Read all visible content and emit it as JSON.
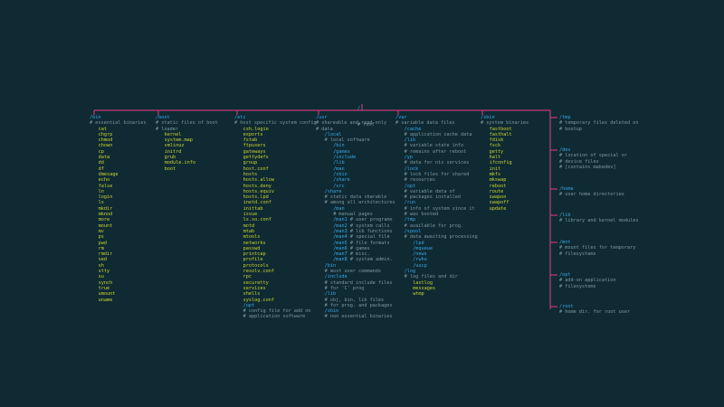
{
  "root": {
    "path": "/",
    "comment": "# root"
  },
  "columns": [
    {
      "key": "bin",
      "lines": [
        {
          "t": "dir",
          "i": 0,
          "s": "/bin"
        },
        {
          "t": "cmt",
          "i": 0,
          "s": "# essential binaries"
        },
        {
          "t": "item",
          "i": 3,
          "s": "cat"
        },
        {
          "t": "item",
          "i": 3,
          "s": "chgrp"
        },
        {
          "t": "item",
          "i": 3,
          "s": "chmod"
        },
        {
          "t": "item",
          "i": 3,
          "s": "chown"
        },
        {
          "t": "item",
          "i": 3,
          "s": "cp"
        },
        {
          "t": "item",
          "i": 3,
          "s": "data"
        },
        {
          "t": "item",
          "i": 3,
          "s": "dd"
        },
        {
          "t": "item",
          "i": 3,
          "s": "df"
        },
        {
          "t": "item",
          "i": 3,
          "s": "dmesage"
        },
        {
          "t": "item",
          "i": 3,
          "s": "echo"
        },
        {
          "t": "item",
          "i": 3,
          "s": "false"
        },
        {
          "t": "item",
          "i": 3,
          "s": "ln"
        },
        {
          "t": "item",
          "i": 3,
          "s": "login"
        },
        {
          "t": "item",
          "i": 3,
          "s": "ls"
        },
        {
          "t": "item",
          "i": 3,
          "s": "mkdir"
        },
        {
          "t": "item",
          "i": 3,
          "s": "mknod"
        },
        {
          "t": "item",
          "i": 3,
          "s": "more"
        },
        {
          "t": "item",
          "i": 3,
          "s": "mount"
        },
        {
          "t": "item",
          "i": 3,
          "s": "mv"
        },
        {
          "t": "item",
          "i": 3,
          "s": "ps"
        },
        {
          "t": "item",
          "i": 3,
          "s": "pwd"
        },
        {
          "t": "item",
          "i": 3,
          "s": "rm"
        },
        {
          "t": "item",
          "i": 3,
          "s": "rmdir"
        },
        {
          "t": "item",
          "i": 3,
          "s": "sed"
        },
        {
          "t": "item",
          "i": 3,
          "s": "sh"
        },
        {
          "t": "item",
          "i": 3,
          "s": "stty"
        },
        {
          "t": "item",
          "i": 3,
          "s": "su"
        },
        {
          "t": "item",
          "i": 3,
          "s": "synch"
        },
        {
          "t": "item",
          "i": 3,
          "s": "true"
        },
        {
          "t": "item",
          "i": 3,
          "s": "umount"
        },
        {
          "t": "item",
          "i": 3,
          "s": "uname"
        }
      ]
    },
    {
      "key": "boot",
      "lines": [
        {
          "t": "dir",
          "i": 0,
          "s": "/boot"
        },
        {
          "t": "cmt",
          "i": 0,
          "s": "# static files of boot"
        },
        {
          "t": "cmt",
          "i": 0,
          "s": "# loader"
        },
        {
          "t": "item",
          "i": 3,
          "s": "kernel"
        },
        {
          "t": "item",
          "i": 3,
          "s": "system.map"
        },
        {
          "t": "item",
          "i": 3,
          "s": "vmlinuz"
        },
        {
          "t": "item",
          "i": 3,
          "s": "initrd"
        },
        {
          "t": "item",
          "i": 3,
          "s": "grub"
        },
        {
          "t": "item",
          "i": 3,
          "s": "module.info"
        },
        {
          "t": "item",
          "i": 3,
          "s": "boot"
        }
      ]
    },
    {
      "key": "etc",
      "lines": [
        {
          "t": "dir",
          "i": 0,
          "s": "/etc"
        },
        {
          "t": "cmt",
          "i": 0,
          "s": "# host specific system config"
        },
        {
          "t": "item",
          "i": 3,
          "s": "csh.login"
        },
        {
          "t": "item",
          "i": 3,
          "s": "exports"
        },
        {
          "t": "item",
          "i": 3,
          "s": "fstab"
        },
        {
          "t": "item",
          "i": 3,
          "s": "ftpusers"
        },
        {
          "t": "item",
          "i": 3,
          "s": "gateways"
        },
        {
          "t": "item",
          "i": 3,
          "s": "gettydefs"
        },
        {
          "t": "item",
          "i": 3,
          "s": "group"
        },
        {
          "t": "item",
          "i": 3,
          "s": "host.conf"
        },
        {
          "t": "item",
          "i": 3,
          "s": "hosts"
        },
        {
          "t": "item",
          "i": 3,
          "s": "hosts.allow"
        },
        {
          "t": "item",
          "i": 3,
          "s": "hosts.deny"
        },
        {
          "t": "item",
          "i": 3,
          "s": "hosts.equiv"
        },
        {
          "t": "item",
          "i": 3,
          "s": "hosts.lpd"
        },
        {
          "t": "item",
          "i": 3,
          "s": "inetd.conf"
        },
        {
          "t": "item",
          "i": 3,
          "s": "inittab"
        },
        {
          "t": "item",
          "i": 3,
          "s": "issue"
        },
        {
          "t": "item",
          "i": 3,
          "s": "ls.so.conf"
        },
        {
          "t": "item",
          "i": 3,
          "s": "motd"
        },
        {
          "t": "item",
          "i": 3,
          "s": "mtab"
        },
        {
          "t": "item",
          "i": 3,
          "s": "mtools"
        },
        {
          "t": "item",
          "i": 3,
          "s": "networks"
        },
        {
          "t": "item",
          "i": 3,
          "s": "passwd"
        },
        {
          "t": "item",
          "i": 3,
          "s": "printcap"
        },
        {
          "t": "item",
          "i": 3,
          "s": "profile"
        },
        {
          "t": "item",
          "i": 3,
          "s": "protocols"
        },
        {
          "t": "item",
          "i": 3,
          "s": "resolv.conf"
        },
        {
          "t": "item",
          "i": 3,
          "s": "rpc"
        },
        {
          "t": "item",
          "i": 3,
          "s": "securetty"
        },
        {
          "t": "item",
          "i": 3,
          "s": "services"
        },
        {
          "t": "item",
          "i": 3,
          "s": "shells"
        },
        {
          "t": "item",
          "i": 3,
          "s": "syslog.conf"
        },
        {
          "t": "dir",
          "i": 3,
          "s": "/opt"
        },
        {
          "t": "cmt",
          "i": 3,
          "s": "# config file for add on"
        },
        {
          "t": "cmt",
          "i": 3,
          "s": "# application software"
        }
      ]
    },
    {
      "key": "usr",
      "lines": [
        {
          "t": "dir",
          "i": 0,
          "s": "/usr"
        },
        {
          "t": "cmt",
          "i": 0,
          "s": "# shareable and read-only"
        },
        {
          "t": "cmt",
          "i": 0,
          "s": "# data"
        },
        {
          "t": "dir",
          "i": 3,
          "s": "/local"
        },
        {
          "t": "cmt",
          "i": 3,
          "s": "# local software"
        },
        {
          "t": "dir",
          "i": 6,
          "s": "/bin"
        },
        {
          "t": "dir",
          "i": 6,
          "s": "/games"
        },
        {
          "t": "dir",
          "i": 6,
          "s": "/include"
        },
        {
          "t": "dir",
          "i": 6,
          "s": "/lib"
        },
        {
          "t": "dir",
          "i": 6,
          "s": "/man"
        },
        {
          "t": "dir",
          "i": 6,
          "s": "/sbin"
        },
        {
          "t": "dir",
          "i": 6,
          "s": "/share"
        },
        {
          "t": "dir",
          "i": 6,
          "s": "/src"
        },
        {
          "t": "dir",
          "i": 3,
          "s": "/share"
        },
        {
          "t": "cmt",
          "i": 3,
          "s": "# static data sharable"
        },
        {
          "t": "cmt",
          "i": 3,
          "s": "# among all architectures"
        },
        {
          "t": "dir",
          "i": 6,
          "s": "/man"
        },
        {
          "t": "cmt",
          "i": 6,
          "s": "# manual pages"
        },
        {
          "t": "dir",
          "i": 6,
          "s": "/man1",
          "c": " # user programs"
        },
        {
          "t": "dir",
          "i": 6,
          "s": "/man2",
          "c": " # system calls"
        },
        {
          "t": "dir",
          "i": 6,
          "s": "/man3",
          "c": " # lib functions"
        },
        {
          "t": "dir",
          "i": 6,
          "s": "/man4",
          "c": " # special file"
        },
        {
          "t": "dir",
          "i": 6,
          "s": "/man5",
          "c": " # file formats"
        },
        {
          "t": "dir",
          "i": 6,
          "s": "/man6",
          "c": " # games"
        },
        {
          "t": "dir",
          "i": 6,
          "s": "/man7",
          "c": " # misc."
        },
        {
          "t": "dir",
          "i": 6,
          "s": "/man8",
          "c": " # system admin."
        },
        {
          "t": "dir",
          "i": 3,
          "s": "/bin"
        },
        {
          "t": "cmt",
          "i": 3,
          "s": "# most user commands"
        },
        {
          "t": "dir",
          "i": 3,
          "s": "/include"
        },
        {
          "t": "cmt",
          "i": 3,
          "s": "# standard include files"
        },
        {
          "t": "cmt",
          "i": 3,
          "s": "# for 'C' prog"
        },
        {
          "t": "dir",
          "i": 3,
          "s": "/lib"
        },
        {
          "t": "cmt",
          "i": 3,
          "s": "# obj, bin, lib files"
        },
        {
          "t": "cmt",
          "i": 3,
          "s": "# for prog. and packages"
        },
        {
          "t": "dir",
          "i": 3,
          "s": "/sbin"
        },
        {
          "t": "cmt",
          "i": 3,
          "s": "# non essential binaries"
        }
      ]
    },
    {
      "key": "var",
      "lines": [
        {
          "t": "dir",
          "i": 0,
          "s": "/var"
        },
        {
          "t": "cmt",
          "i": 0,
          "s": "# variable data files"
        },
        {
          "t": "dir",
          "i": 3,
          "s": "/cache"
        },
        {
          "t": "cmt",
          "i": 3,
          "s": "# application cache data"
        },
        {
          "t": "dir",
          "i": 3,
          "s": "/lib"
        },
        {
          "t": "cmt",
          "i": 3,
          "s": "# variable state info"
        },
        {
          "t": "cmt",
          "i": 3,
          "s": "# remains after reboot"
        },
        {
          "t": "dir",
          "i": 3,
          "s": "/yp"
        },
        {
          "t": "cmt",
          "i": 3,
          "s": "# data for nis services"
        },
        {
          "t": "dir",
          "i": 3,
          "s": "/lock"
        },
        {
          "t": "cmt",
          "i": 3,
          "s": "# lock files for shared"
        },
        {
          "t": "cmt",
          "i": 3,
          "s": "# resources"
        },
        {
          "t": "dir",
          "i": 3,
          "s": "/opt"
        },
        {
          "t": "cmt",
          "i": 3,
          "s": "# variable data of"
        },
        {
          "t": "cmt",
          "i": 3,
          "s": "# packages installed"
        },
        {
          "t": "dir",
          "i": 3,
          "s": "/run"
        },
        {
          "t": "cmt",
          "i": 3,
          "s": "# info of system since it"
        },
        {
          "t": "cmt",
          "i": 3,
          "s": "# was booted"
        },
        {
          "t": "dir",
          "i": 3,
          "s": "/tmp"
        },
        {
          "t": "cmt",
          "i": 3,
          "s": "# available for prog."
        },
        {
          "t": "dir",
          "i": 3,
          "s": "/spool"
        },
        {
          "t": "cmt",
          "i": 3,
          "s": "# data awaiting processing"
        },
        {
          "t": "dir",
          "i": 6,
          "s": "/lpd"
        },
        {
          "t": "dir",
          "i": 6,
          "s": "/mqueue"
        },
        {
          "t": "dir",
          "i": 6,
          "s": "/news"
        },
        {
          "t": "dir",
          "i": 6,
          "s": "/rwho"
        },
        {
          "t": "dir",
          "i": 6,
          "s": "/uucp"
        },
        {
          "t": "dir",
          "i": 3,
          "s": "/log"
        },
        {
          "t": "cmt",
          "i": 3,
          "s": "# log files and dir"
        },
        {
          "t": "item",
          "i": 6,
          "s": "lastlog"
        },
        {
          "t": "item",
          "i": 6,
          "s": "messages"
        },
        {
          "t": "item",
          "i": 6,
          "s": "wtmp"
        }
      ]
    },
    {
      "key": "sbin",
      "lines": [
        {
          "t": "dir",
          "i": 0,
          "s": "/sbin"
        },
        {
          "t": "cmt",
          "i": 0,
          "s": "# system binaries"
        },
        {
          "t": "item",
          "i": 3,
          "s": "fastboot"
        },
        {
          "t": "item",
          "i": 3,
          "s": "fasthalt"
        },
        {
          "t": "item",
          "i": 3,
          "s": "fdisk"
        },
        {
          "t": "item",
          "i": 3,
          "s": "fsck"
        },
        {
          "t": "item",
          "i": 3,
          "s": "getty"
        },
        {
          "t": "item",
          "i": 3,
          "s": "halt"
        },
        {
          "t": "item",
          "i": 3,
          "s": "ifconfig"
        },
        {
          "t": "item",
          "i": 3,
          "s": "init"
        },
        {
          "t": "item",
          "i": 3,
          "s": "mkfs"
        },
        {
          "t": "item",
          "i": 3,
          "s": "mkswap"
        },
        {
          "t": "item",
          "i": 3,
          "s": "reboot"
        },
        {
          "t": "item",
          "i": 3,
          "s": "route"
        },
        {
          "t": "item",
          "i": 3,
          "s": "swapon"
        },
        {
          "t": "item",
          "i": 3,
          "s": "swapoff"
        },
        {
          "t": "item",
          "i": 3,
          "s": "update"
        }
      ]
    }
  ],
  "right": [
    {
      "key": "tmp",
      "lines": [
        "/tmp",
        "# temporary files deleted on",
        "# bootup"
      ]
    },
    {
      "key": "dev",
      "lines": [
        "/dev",
        "# location of special or",
        "# device files",
        "# [contains makedev]"
      ]
    },
    {
      "key": "home",
      "lines": [
        "/home",
        "# user home directories"
      ]
    },
    {
      "key": "lib",
      "lines": [
        "/lib",
        "# library and kernel modules"
      ]
    },
    {
      "key": "mnt",
      "lines": [
        "/mnt",
        "# mount files for temporary",
        "# filesystems"
      ]
    },
    {
      "key": "opt",
      "lines": [
        "/opt",
        "# add-on application",
        "# filesystems"
      ]
    },
    {
      "key": "root",
      "lines": [
        "/root",
        "# home dir. for root user"
      ]
    }
  ],
  "colors": {
    "line": "#c43a77",
    "dir": "#3aa8e6",
    "comment": "#7f98a0",
    "file": "#c9d42e",
    "background": "#0f2a33"
  }
}
